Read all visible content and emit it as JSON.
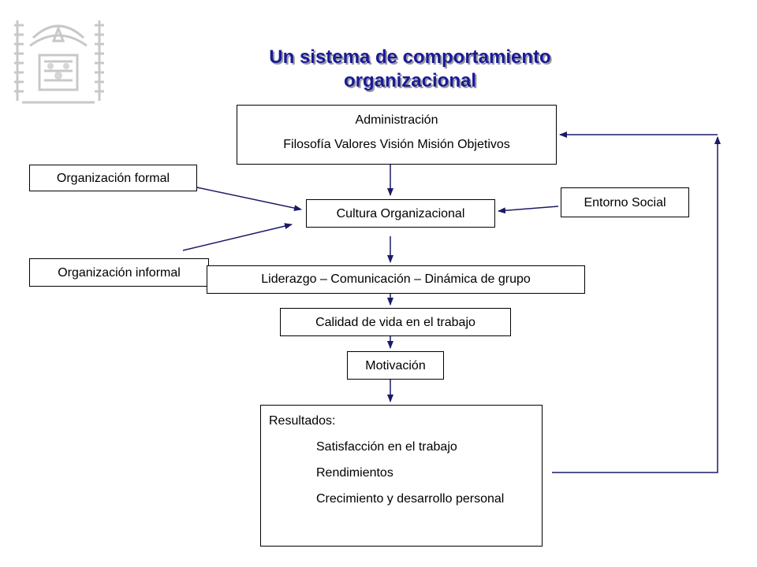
{
  "title": {
    "line1": "Un sistema de comportamiento",
    "line2": "organizacional"
  },
  "boxes": {
    "administracion": {
      "line1": "Administración",
      "line2": "Filosofía Valores Visión Misión Objetivos"
    },
    "org_formal": "Organización formal",
    "cultura": "Cultura Organizacional",
    "entorno_social": "Entorno Social",
    "org_informal": "Organización informal",
    "liderazgo": "Liderazgo – Comunicación – Dinámica de grupo",
    "calidad_vida": "Calidad de vida en el trabajo",
    "motivacion": "Motivación",
    "resultados": {
      "heading": "Resultados:",
      "items": [
        "Satisfacción en el trabajo",
        "Rendimientos",
        "Crecimiento y desarrollo personal"
      ]
    }
  },
  "colors": {
    "title": "#1a1a99",
    "arrows": "#1a1a66",
    "logo": "#c8c8c8"
  },
  "icons": {
    "logo": "university-seal-watermark"
  }
}
